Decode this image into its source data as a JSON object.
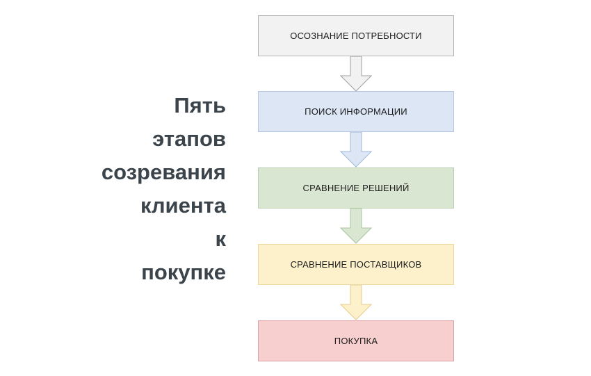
{
  "diagram": {
    "headline": "Пять\nэтапов\nсозревания\nклиента\nк\nпокупке",
    "headline_color": "#3b444b",
    "background": "#ffffff",
    "stages": [
      {
        "id": "stage-1",
        "label": "ОСОЗНАНИЕ ПОТРЕБНОСТИ",
        "fill": "#f2f2f2",
        "stroke": "#b3b3b3",
        "text_color": "#1b1b1b"
      },
      {
        "id": "stage-2",
        "label": "ПОИСК ИНФОРМАЦИИ",
        "fill": "#dce6f5",
        "stroke": "#b5c7e2",
        "text_color": "#1b1b1b"
      },
      {
        "id": "stage-3",
        "label": "СРАВНЕНИЕ РЕШЕНИЙ",
        "fill": "#d9e7d2",
        "stroke": "#b9cfb0",
        "text_color": "#1b1b1b"
      },
      {
        "id": "stage-4",
        "label": "СРАВНЕНИЕ ПОСТАВЩИКОВ",
        "fill": "#fdf1cc",
        "stroke": "#ecd9a0",
        "text_color": "#1b1b1b"
      },
      {
        "id": "stage-5",
        "label": "ПОКУПКА",
        "fill": "#f7cfcf",
        "stroke": "#d9a3a3",
        "text_color": "#1b1b1b"
      }
    ],
    "connectors": [
      {
        "id": "connector-1",
        "from": "stage-1",
        "to": "stage-2",
        "fill": "#f2f2f2",
        "stroke": "#9e9e9e"
      },
      {
        "id": "connector-2",
        "from": "stage-2",
        "to": "stage-3",
        "fill": "#dce6f5",
        "stroke": "#9fb7d8"
      },
      {
        "id": "connector-3",
        "from": "stage-3",
        "to": "stage-4",
        "fill": "#d9e7d2",
        "stroke": "#a9c49e"
      },
      {
        "id": "connector-4",
        "from": "stage-4",
        "to": "stage-5",
        "fill": "#fdf1cc",
        "stroke": "#e4cb8c"
      }
    ]
  }
}
